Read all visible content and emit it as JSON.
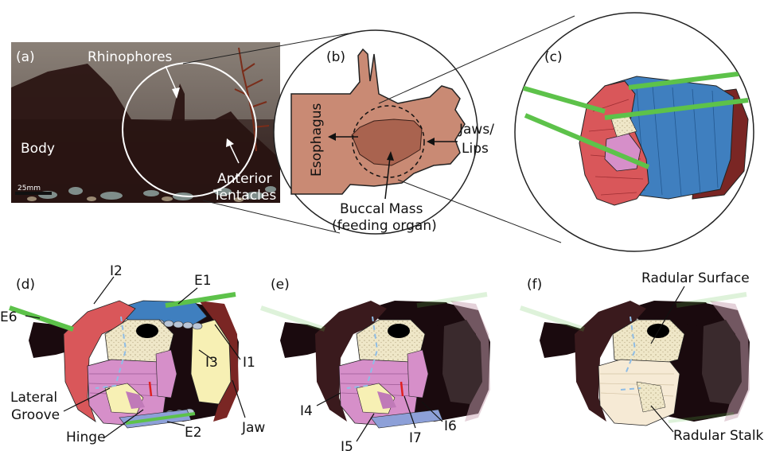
{
  "panels": {
    "a": {
      "letter": "(a)",
      "labels": {
        "rhinophores": "Rhinophores",
        "body": "Body",
        "anterior": "Anterior",
        "tentacles": "Tentacles",
        "scale": "25mm"
      }
    },
    "b": {
      "letter": "(b)",
      "labels": {
        "esophagus": "Esophagus",
        "jaws": "Jaws/",
        "lips": "Lips",
        "buccal_mass": "Buccal Mass",
        "feeding_organ": "(feeding organ)"
      }
    },
    "c": {
      "letter": "(c)"
    },
    "d": {
      "letter": "(d)",
      "labels": {
        "i2": "I2",
        "e1": "E1",
        "e6": "E6",
        "i3": "I3",
        "i1": "I1",
        "lateral": "Lateral",
        "groove": "Groove",
        "hinge": "Hinge",
        "e2": "E2",
        "jaw": "Jaw"
      }
    },
    "e": {
      "letter": "(e)",
      "labels": {
        "i4": "I4",
        "i5": "I5",
        "i7": "I7",
        "i6": "I6"
      }
    },
    "f": {
      "letter": "(f)",
      "labels": {
        "radular_surface": "Radular Surface",
        "radular_stalk": "Radular Stalk"
      }
    }
  },
  "colors": {
    "muscle_red": "#d9575a",
    "muscle_blue": "#3f7fbf",
    "muscle_pink": "#d68fc9",
    "cartilage": "#efe7c8",
    "dark_tissue": "#1a0a0e",
    "nerve_green": "#5dc24a",
    "buccal_brown": "#c98a74"
  }
}
